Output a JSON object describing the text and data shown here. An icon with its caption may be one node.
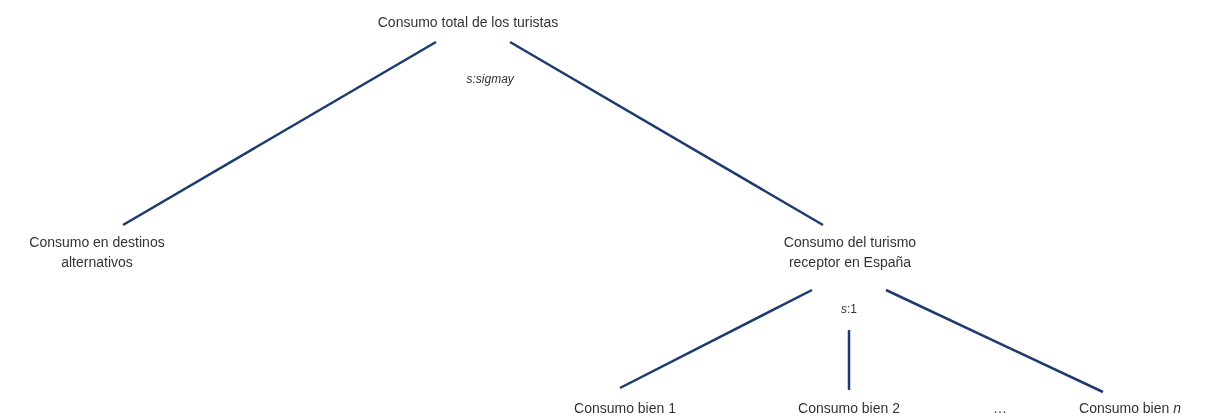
{
  "diagram": {
    "nodes": [
      {
        "text": [
          "Consumo total de los turistas"
        ]
      },
      {
        "text": [
          "Consumo en destinos alternativos"
        ]
      },
      {
        "text": [
          "Consumo del turismo receptor en España"
        ]
      },
      {
        "text": [
          "Consumo bien 1"
        ]
      },
      {
        "text": [
          "Consumo bien 2"
        ]
      },
      {
        "text": [
          "Consumo bien *n*"
        ]
      }
    ],
    "edges": [
      {
        "from": 0,
        "to": 1,
        "arrow": "none"
      },
      {
        "from": 0,
        "to": 2,
        "arrow": "none"
      },
      {
        "from": 2,
        "to": 3,
        "arrow": "none"
      },
      {
        "from": 2,
        "to": 4,
        "arrow": "none"
      },
      {
        "from": 2,
        "to": 5,
        "arrow": "none"
      }
    ],
    "labels": [
      "s:sigmay",
      "*s*:1",
      "…"
    ]
  }
}
